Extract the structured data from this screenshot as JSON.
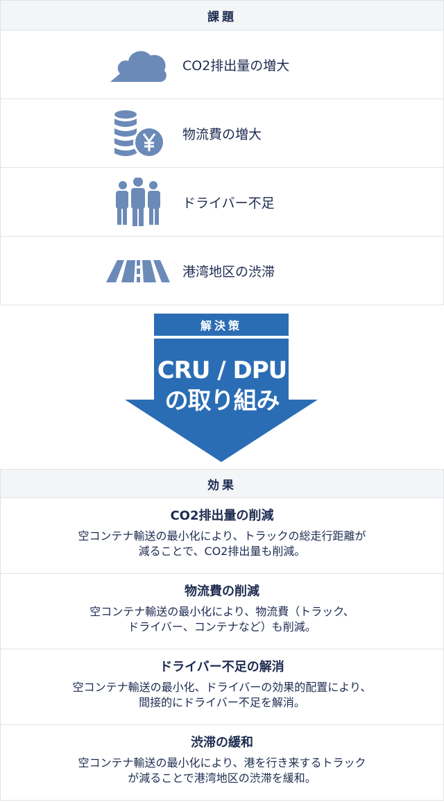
{
  "issues": {
    "header": "課題",
    "items": [
      {
        "label": "CO2排出量の増大",
        "icon": "cloud-icon"
      },
      {
        "label": "物流費の増大",
        "icon": "coins-yen-icon"
      },
      {
        "label": "ドライバー不足",
        "icon": "people-icon"
      },
      {
        "label": "港湾地区の渋滞",
        "icon": "road-icon"
      }
    ]
  },
  "solution": {
    "tag": "解決策",
    "title_line1": "CRU / DPU",
    "title_line2": "の取り組み"
  },
  "effects": {
    "header": "効果",
    "items": [
      {
        "title": "CO2排出量の削減",
        "desc_line1": "空コンテナ輸送の最小化により、トラックの総走行距離が",
        "desc_line2": "減ることで、CO2排出量も削減。"
      },
      {
        "title": "物流費の削減",
        "desc_line1": "空コンテナ輸送の最小化により、物流費（トラック、",
        "desc_line2": "ドライバー、コンテナなど）も削減。"
      },
      {
        "title": "ドライバー不足の解消",
        "desc_line1": "空コンテナ輸送の最小化、ドライバーの効果的配置により、",
        "desc_line2": "間接的にドライバー不足を解消。"
      },
      {
        "title": "渋滞の緩和",
        "desc_line1": "空コンテナ輸送の最小化により、港を行き来するトラック",
        "desc_line2": "が減ることで港湾地区の渋滞を緩和。"
      }
    ]
  },
  "colors": {
    "icon": "#6b8ab8",
    "arrow": "#2a6db5",
    "text": "#1d2b50",
    "header_bg": "#f3f5f7",
    "border": "#dfe3e8"
  }
}
